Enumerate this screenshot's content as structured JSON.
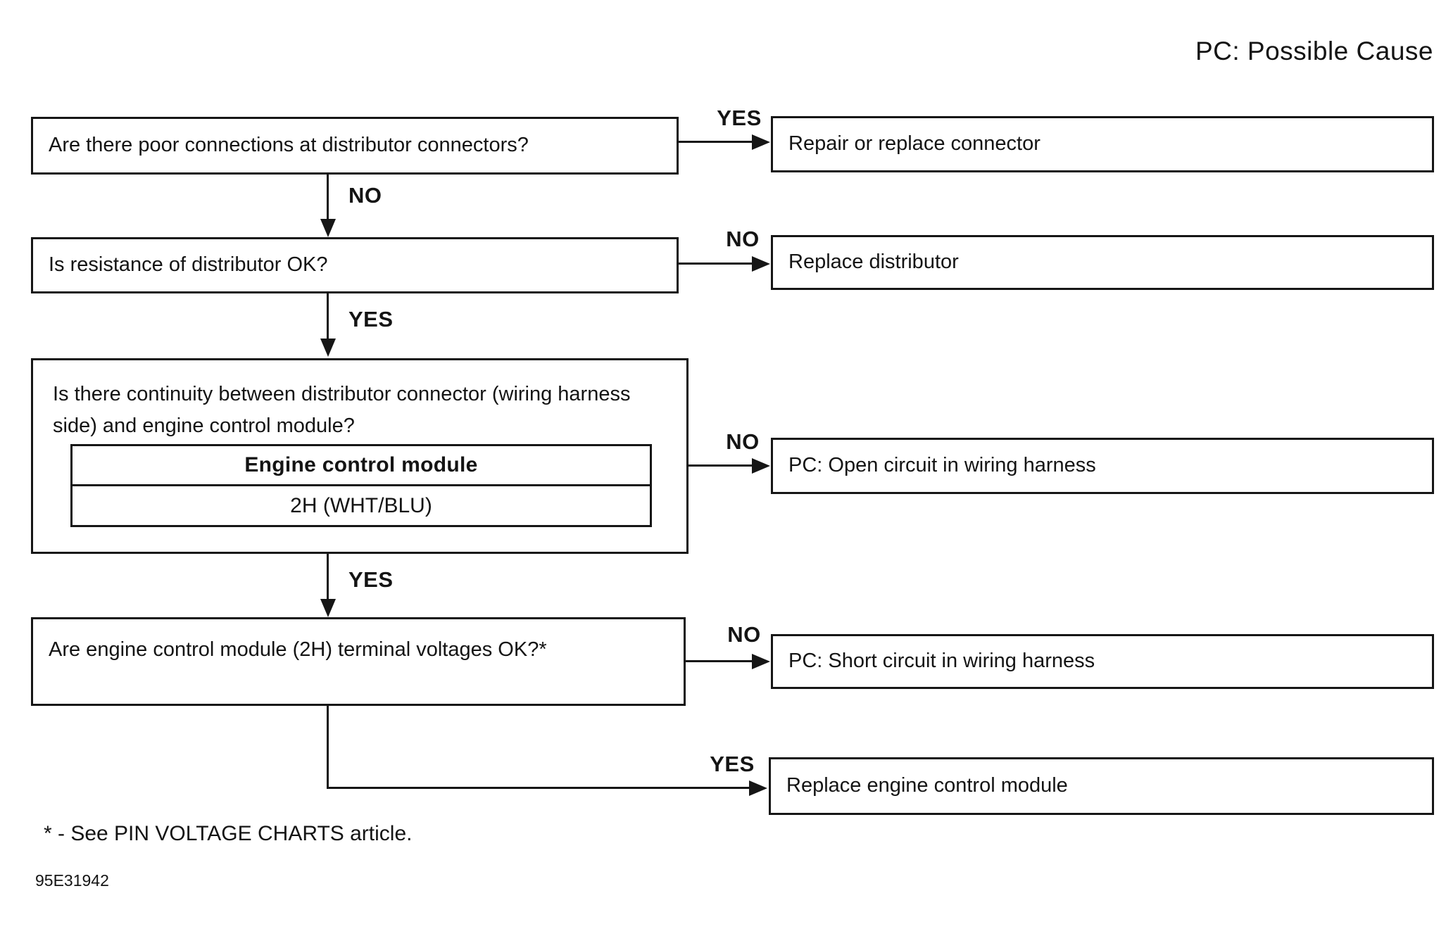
{
  "legend": "PC: Possible Cause",
  "labels": {
    "yes": "YES",
    "no": "NO"
  },
  "nodes": {
    "q1": "Are there poor connections at distributor connectors?",
    "a1": "Repair or replace connector",
    "q2": "Is resistance of distributor OK?",
    "a2": "Replace distributor",
    "q3": "Is there continuity between distributor connector (wiring harness side) and engine control module?",
    "q3_connector_title": "Engine control module",
    "q3_connector_terminal": "2H (WHT/BLU)",
    "a3": "PC: Open circuit in wiring harness",
    "q4": "Are engine control module (2H) terminal voltages OK?*",
    "a4": "PC: Short circuit in wiring harness",
    "a5": "Replace engine control module"
  },
  "footnote": "* - See PIN VOLTAGE CHARTS article.",
  "figure_id": "95E31942"
}
